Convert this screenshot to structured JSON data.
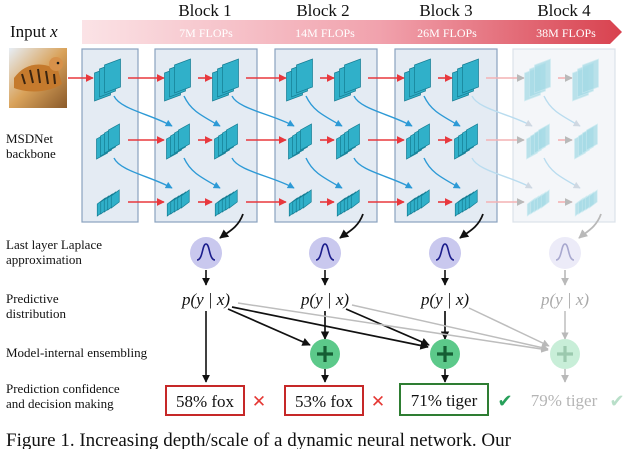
{
  "input_label": "Input",
  "input_var": "x",
  "blocks": [
    {
      "title": "Block 1",
      "flops": "7M FLOPs"
    },
    {
      "title": "Block 2",
      "flops": "14M FLOPs"
    },
    {
      "title": "Block 3",
      "flops": "26M FLOPs"
    },
    {
      "title": "Block 4",
      "flops": "38M FLOPs"
    }
  ],
  "row_labels": {
    "backbone": [
      "MSDNet",
      "backbone"
    ],
    "laplace": [
      "Last layer Laplace",
      "approximation"
    ],
    "predictive": [
      "Predictive",
      "distribution"
    ],
    "ensembling": "Model-internal ensembling",
    "decision": [
      "Prediction confidence",
      "and decision making"
    ]
  },
  "predictive_formula": "p(y | x)",
  "predictions": [
    {
      "text": "58% fox",
      "correct": false,
      "mark": "✕"
    },
    {
      "text": "53% fox",
      "correct": false,
      "mark": "✕"
    },
    {
      "text": "71% tiger",
      "correct": true,
      "mark": "✔"
    },
    {
      "text": "79% tiger",
      "correct": true,
      "mark": "✔"
    }
  ],
  "caption": "Figure 1. Increasing depth/scale of a dynamic neural network. Our",
  "colors": {
    "arrow_red": "#e8383d",
    "arrow_blue": "#2d9ad6",
    "box_red": "#c62828",
    "box_green": "#2e7d32",
    "plus_green": "#5cc98a",
    "laplace_purple": "#c9c8ee",
    "block_fill": "#e4ebf3",
    "block_stroke": "#8aa2bf",
    "cross_red": "#e53935",
    "check_green": "#27a05a"
  }
}
